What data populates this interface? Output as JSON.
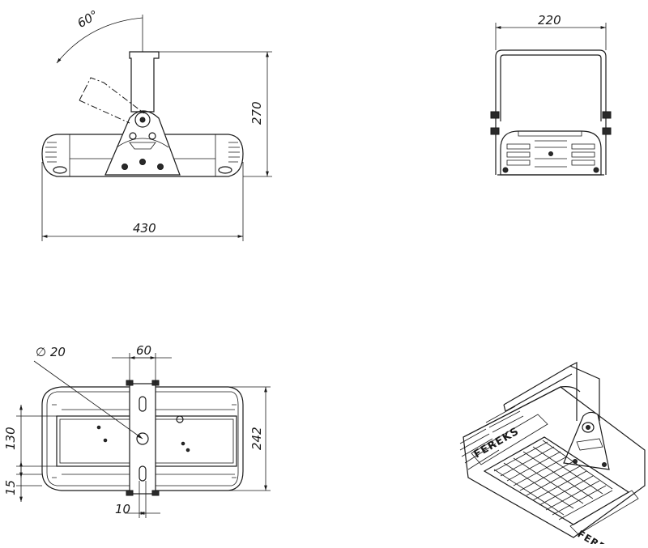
{
  "dimensions": {
    "angle": "60°",
    "height_side": "270",
    "width_side": "430",
    "width_front": "220",
    "diameter_hole": "∅ 20",
    "bracket_width": "60",
    "height_top": "242",
    "spacing_130": "130",
    "offset_15": "15",
    "slot_10": "10"
  },
  "branding": {
    "logo": "FEREKS"
  }
}
